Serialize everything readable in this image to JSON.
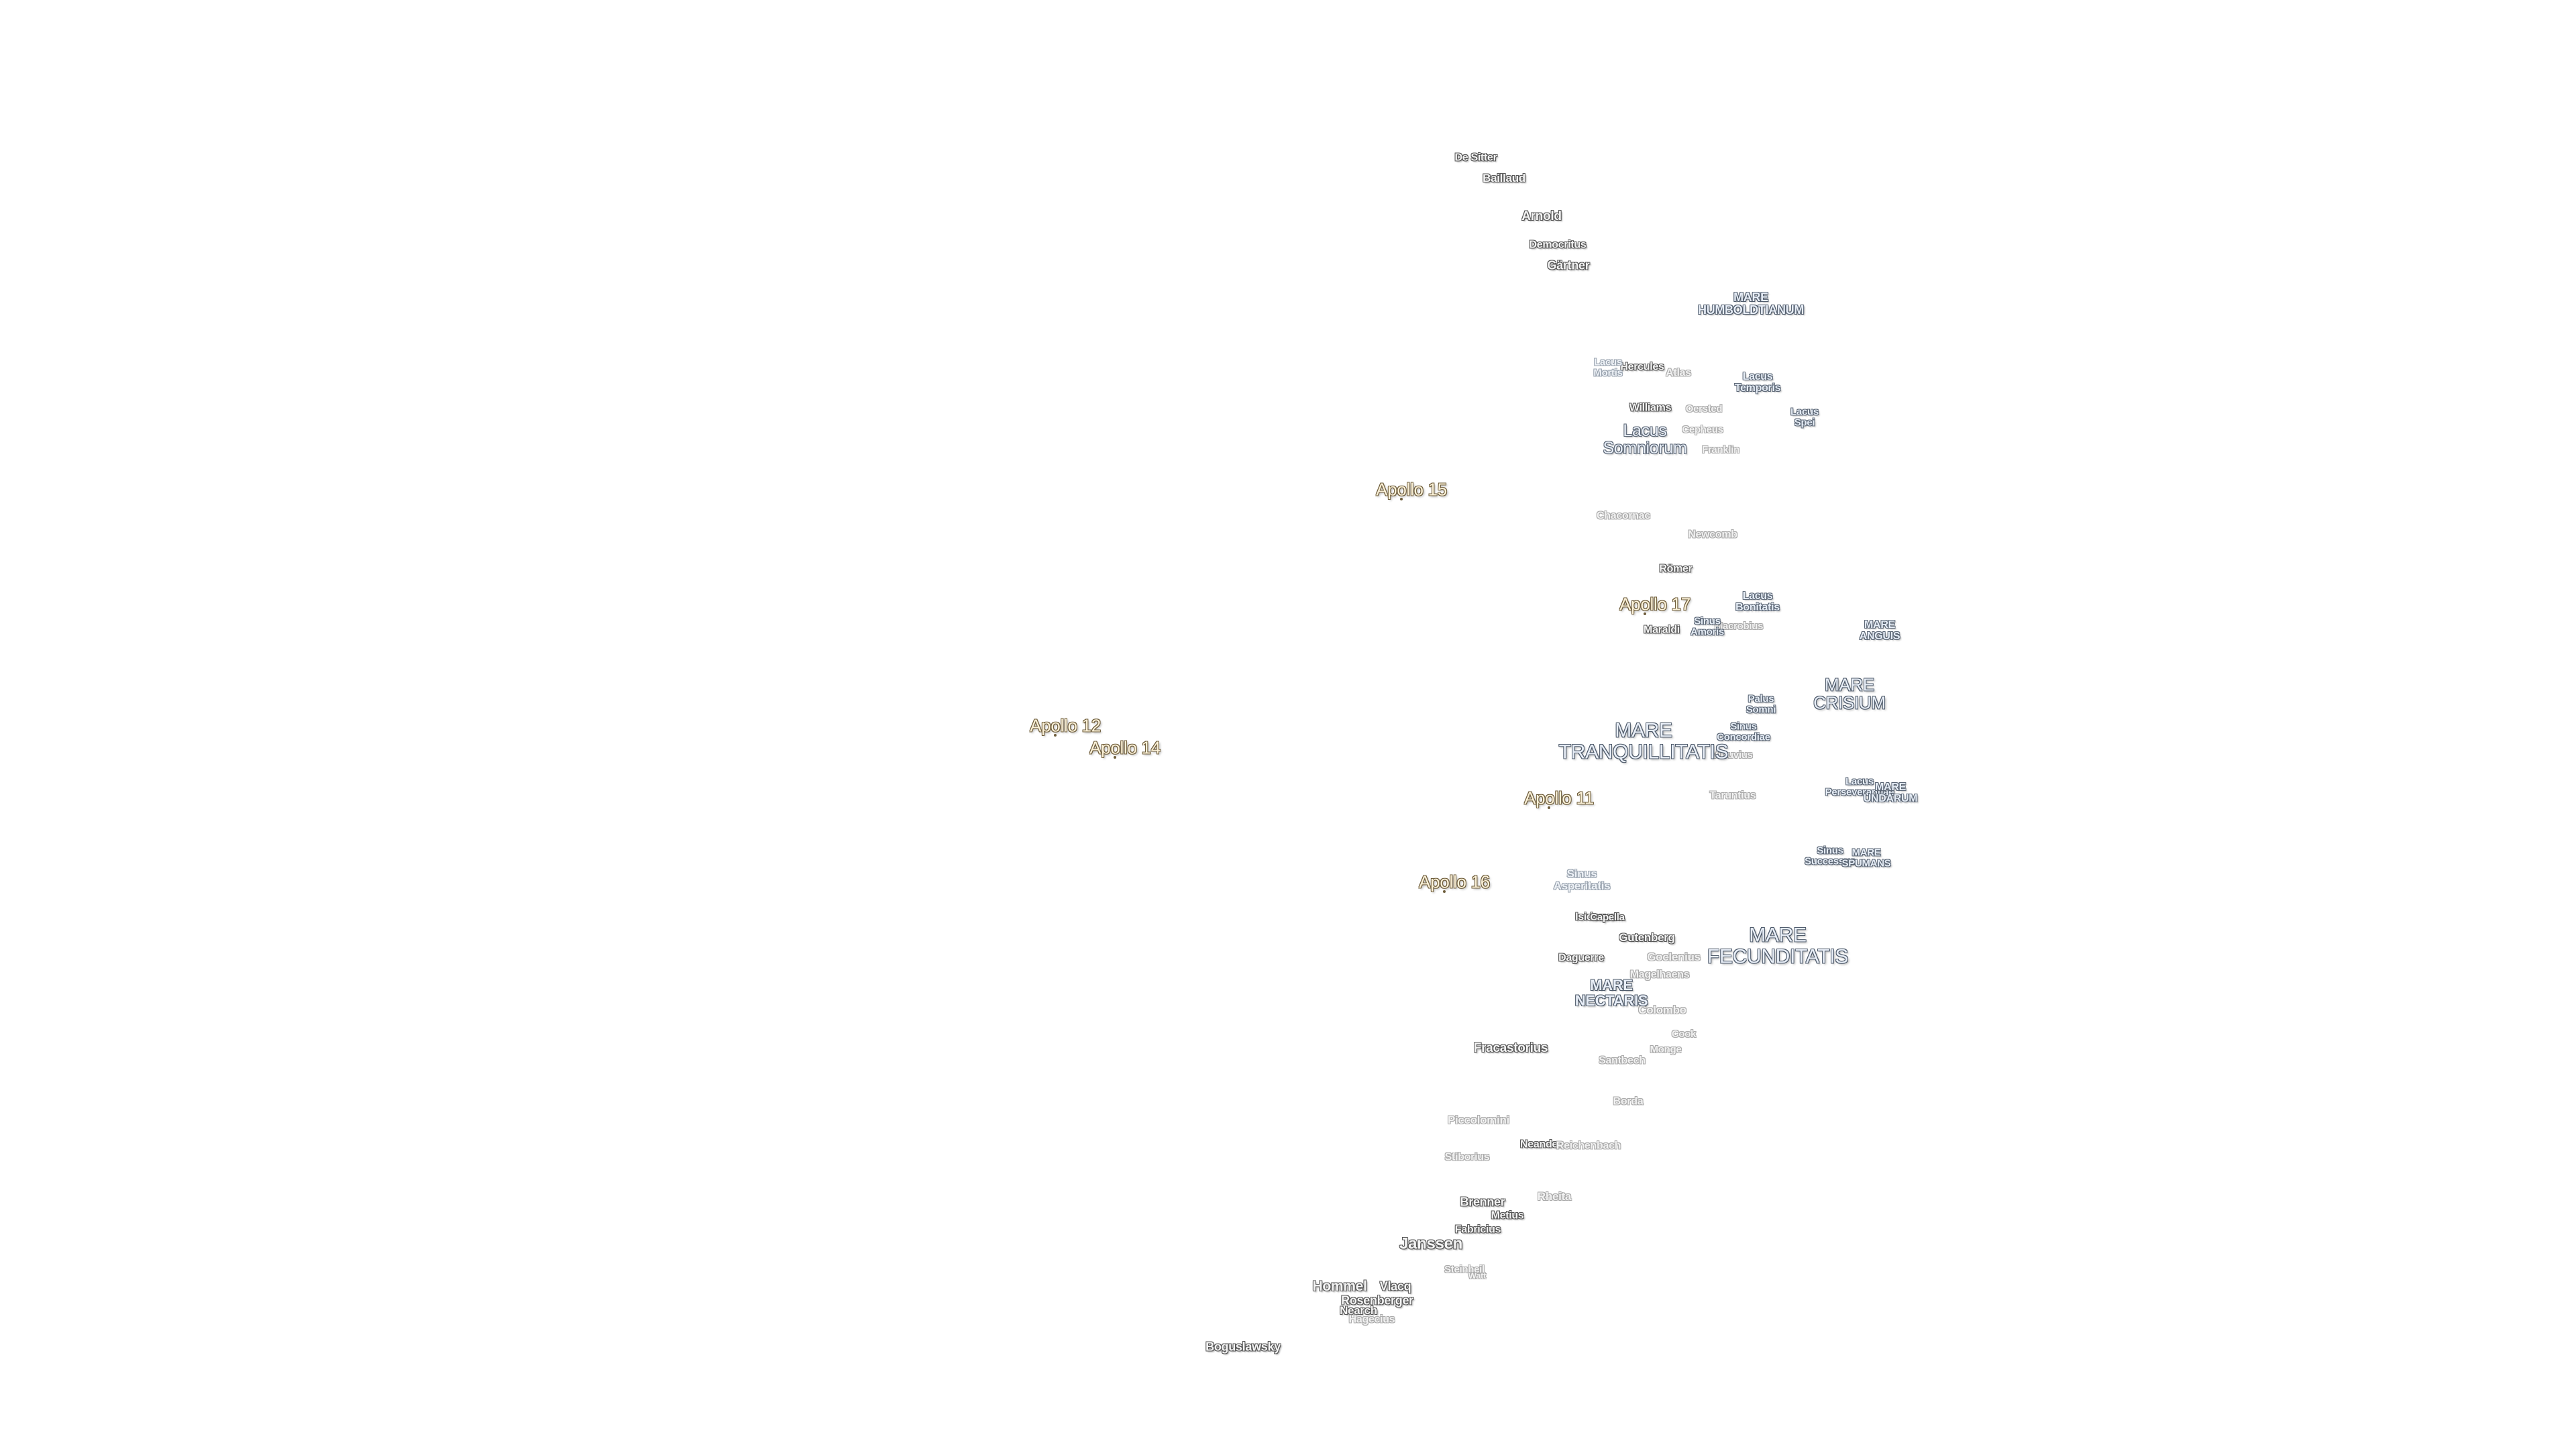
{
  "craters": [
    {
      "id": "de-sitter",
      "name": "De Sitter"
    },
    {
      "id": "bailaud",
      "name": "Baillaud"
    },
    {
      "id": "arnold",
      "name": "Arnold"
    },
    {
      "id": "democritus",
      "name": "Democritus"
    },
    {
      "id": "gartner",
      "name": "Gärtner"
    },
    {
      "id": "hercules",
      "name": "Hercules"
    },
    {
      "id": "atlas",
      "name": "Atlas"
    },
    {
      "id": "williams",
      "name": "Williams"
    },
    {
      "id": "oersted",
      "name": "Oersted"
    },
    {
      "id": "cepheus",
      "name": "Cepheus"
    },
    {
      "id": "franklin",
      "name": "Franklin"
    },
    {
      "id": "chacornac",
      "name": "Chacornac"
    },
    {
      "id": "newcomb",
      "name": "Newcomb"
    },
    {
      "id": "romer",
      "name": "Römer"
    },
    {
      "id": "maraldi",
      "name": "Maraldi"
    },
    {
      "id": "macrobius",
      "name": "Macrobius"
    },
    {
      "id": "vitruvius",
      "name": "Vitruvius"
    },
    {
      "id": "taruntius",
      "name": "Taruntius"
    },
    {
      "id": "isidorus",
      "name": "Isidorus"
    },
    {
      "id": "capella",
      "name": "Capella"
    },
    {
      "id": "gutenberg",
      "name": "Gutenberg"
    },
    {
      "id": "daguerre",
      "name": "Daguerre"
    },
    {
      "id": "goclenius",
      "name": "Goclenius"
    },
    {
      "id": "magelhaens",
      "name": "Magelhaens"
    },
    {
      "id": "colombo",
      "name": "Colombo"
    },
    {
      "id": "cook",
      "name": "Cook"
    },
    {
      "id": "fracastorius",
      "name": "Fracastorius"
    },
    {
      "id": "monge",
      "name": "Monge"
    },
    {
      "id": "santbech",
      "name": "Santbech"
    },
    {
      "id": "borda",
      "name": "Borda"
    },
    {
      "id": "piccolomini",
      "name": "Piccolomini"
    },
    {
      "id": "neander",
      "name": "Neander"
    },
    {
      "id": "reichenbach",
      "name": "Reichenbach"
    },
    {
      "id": "stiborius",
      "name": "Stiborius"
    },
    {
      "id": "brenner",
      "name": "Brenner"
    },
    {
      "id": "rheita",
      "name": "Rheita"
    },
    {
      "id": "metius",
      "name": "Metius"
    },
    {
      "id": "fabricius",
      "name": "Fabricius"
    },
    {
      "id": "janssen",
      "name": "Janssen"
    },
    {
      "id": "steinheil",
      "name": "Steinheil"
    },
    {
      "id": "watt",
      "name": "Watt"
    },
    {
      "id": "hommel",
      "name": "Hommel"
    },
    {
      "id": "vlacq",
      "name": "Vlacq"
    },
    {
      "id": "rosenberger",
      "name": "Rosenberger"
    },
    {
      "id": "nearch",
      "name": "Nearch"
    },
    {
      "id": "hagecius",
      "name": "Hagecius"
    },
    {
      "id": "boguslawsky",
      "name": "Boguslawsky"
    }
  ],
  "seas": [
    {
      "id": "mare-humboldtianum",
      "name": "MARE\nHUMBOLDTIANUM"
    },
    {
      "id": "lacus-mortis",
      "name": "Lacus\nMortis"
    },
    {
      "id": "lacus-temporis",
      "name": "Lacus\nTemporis"
    },
    {
      "id": "lacus-spei",
      "name": "Lacus\nSpei"
    },
    {
      "id": "lacus-somniorum",
      "name": "Lacus\nSomniorum"
    },
    {
      "id": "lacus-bonitatis",
      "name": "Lacus\nBonitatis"
    },
    {
      "id": "sinus-amoris",
      "name": "Sinus\nAmoris"
    },
    {
      "id": "mare-anguis",
      "name": "MARE\nANGUIS"
    },
    {
      "id": "mare-crisium",
      "name": "MARE\nCRISIUM"
    },
    {
      "id": "palus-somni",
      "name": "Palus\nSomni"
    },
    {
      "id": "sinus-concordiae",
      "name": "Sinus\nConcordiae"
    },
    {
      "id": "mare-tranquillitatis",
      "name": "MARE\nTRANQUILLITATIS"
    },
    {
      "id": "lacus-perseverantiae",
      "name": "Lacus\nPerseverantiae"
    },
    {
      "id": "mare-undarum",
      "name": "MARE\nUNDARUM"
    },
    {
      "id": "sinus-successus",
      "name": "Sinus\nSuccessus"
    },
    {
      "id": "mare-spumans",
      "name": "MARE\nSPUMANS"
    },
    {
      "id": "sinus-asperitatis",
      "name": "Sinus\nAsperitatis"
    },
    {
      "id": "mare-fecunditatis",
      "name": "MARE\nFECUNDITATIS"
    },
    {
      "id": "mare-nectaris",
      "name": "MARE\nNECTARIS"
    }
  ],
  "apollo_sites": [
    {
      "id": "apollo-15",
      "name": "Apollo 15"
    },
    {
      "id": "apollo-17",
      "name": "Apollo 17"
    },
    {
      "id": "apollo-12",
      "name": "Apollo 12"
    },
    {
      "id": "apollo-14",
      "name": "Apollo 14"
    },
    {
      "id": "apollo-11",
      "name": "Apollo 11"
    },
    {
      "id": "apollo-16",
      "name": "Apollo 16"
    }
  ]
}
